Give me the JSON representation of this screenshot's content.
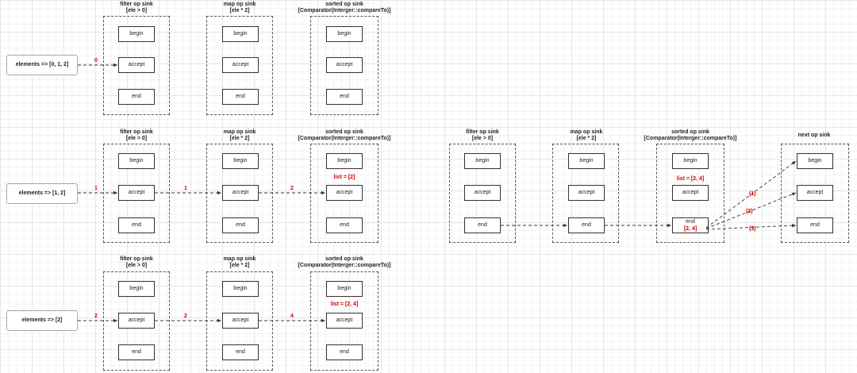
{
  "rows": [
    {
      "elements_label": "elements => [0, 1, 2]",
      "columns": [
        {
          "title": "filter op sink",
          "subtitle": "[ele > 0]"
        },
        {
          "title": "map op sink",
          "subtitle": "[ele * 2]"
        },
        {
          "title": "sorted op sink",
          "subtitle": "[Comparator(Interger::compareTo)]"
        }
      ],
      "box_labels": [
        "begin",
        "accept",
        "end"
      ],
      "edge_labels": [
        "0"
      ],
      "list_label": ""
    },
    {
      "elements_label": "elements => [1, 2]",
      "columns": [
        {
          "title": "filter op sink",
          "subtitle": "[ele > 0]"
        },
        {
          "title": "map op sink",
          "subtitle": "[ele * 2]"
        },
        {
          "title": "sorted op sink",
          "subtitle": "[Comparator(Interger::compareTo)]"
        }
      ],
      "box_labels": [
        "begin",
        "accept",
        "end"
      ],
      "edge_labels": [
        "1",
        "1",
        "2"
      ],
      "list_label": "list = [2]"
    },
    {
      "elements_label": "elements => [2]",
      "columns": [
        {
          "title": "filter op sink",
          "subtitle": "[ele > 0]"
        },
        {
          "title": "map op sink",
          "subtitle": "[ele * 2]"
        },
        {
          "title": "sorted op sink",
          "subtitle": "[Comparator(Interger::compareTo)]"
        }
      ],
      "box_labels": [
        "begin",
        "accept",
        "end"
      ],
      "edge_labels": [
        "2",
        "2",
        "4"
      ],
      "list_label": "list = [2, 4]"
    }
  ],
  "end_flow": {
    "columns": [
      {
        "title": "filter op sink",
        "subtitle": "[ele > 0]"
      },
      {
        "title": "map op sink",
        "subtitle": "[ele * 2]"
      },
      {
        "title": "sorted op sink",
        "subtitle": "[Comparator(Interger::compareTo)]"
      },
      {
        "title": "next op sink",
        "subtitle": ""
      }
    ],
    "box_labels": [
      "begin",
      "accept",
      "end"
    ],
    "list_label": "list = [2, 4]",
    "end_value_label": "[2, 4]",
    "call_labels": [
      "(1)",
      "(2)",
      "(3)"
    ]
  }
}
